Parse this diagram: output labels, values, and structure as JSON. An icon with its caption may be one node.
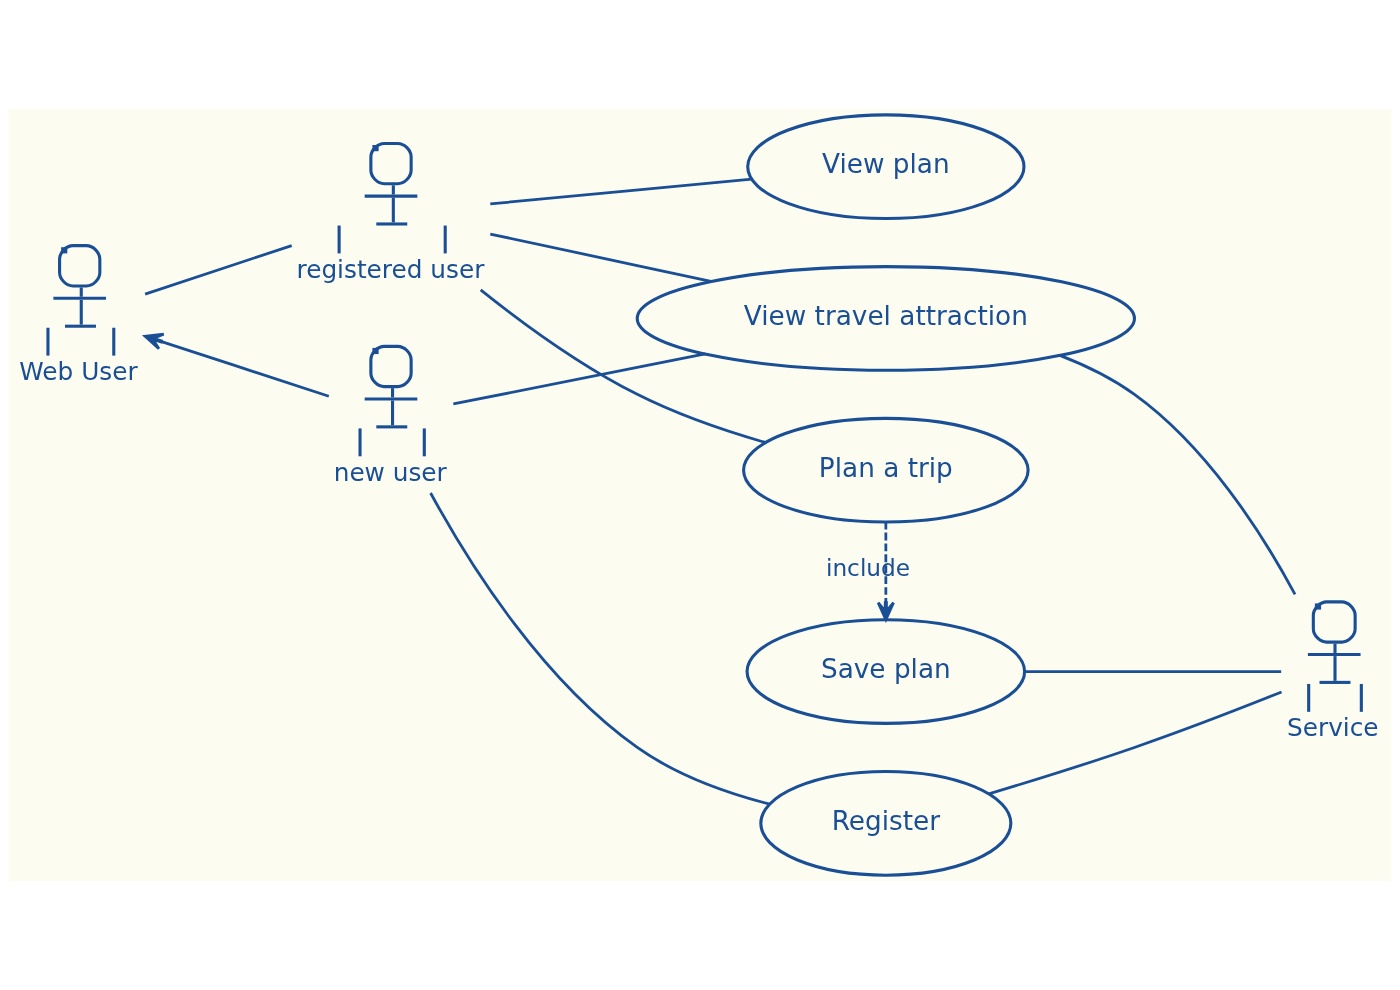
{
  "diagram": {
    "nodes": [
      {
        "text": [
          "Web User"
        ]
      },
      {
        "text": [
          "registered user"
        ]
      },
      {
        "text": [
          "new user"
        ]
      },
      {
        "text": [
          "View travel attraction"
        ]
      },
      {
        "text": [
          "View plan"
        ]
      },
      {
        "text": [
          "Plan a trip"
        ]
      },
      {
        "text": [
          "Save plan"
        ]
      },
      {
        "text": [
          "Register"
        ]
      },
      {
        "text": [
          "Service"
        ]
      }
    ],
    "edges": [
      {
        "from": 0,
        "to": 1,
        "arrow": "none"
      },
      {
        "from": 2,
        "to": 0,
        "arrow": "to"
      },
      {
        "from": 1,
        "to": 3,
        "arrow": "none"
      },
      {
        "from": 1,
        "to": 4,
        "arrow": "none"
      },
      {
        "from": 1,
        "to": 5,
        "arrow": "none"
      },
      {
        "from": 2,
        "to": 3,
        "arrow": "none"
      },
      {
        "from": 2,
        "to": 7,
        "arrow": "none"
      },
      {
        "from": 5,
        "to": 6,
        "arrow": "to",
        "label": "include",
        "style": "dashed"
      },
      {
        "from": 3,
        "to": 8,
        "arrow": "none"
      },
      {
        "from": 6,
        "to": 8,
        "arrow": "none"
      },
      {
        "from": 7,
        "to": 8,
        "arrow": "none"
      }
    ]
  }
}
